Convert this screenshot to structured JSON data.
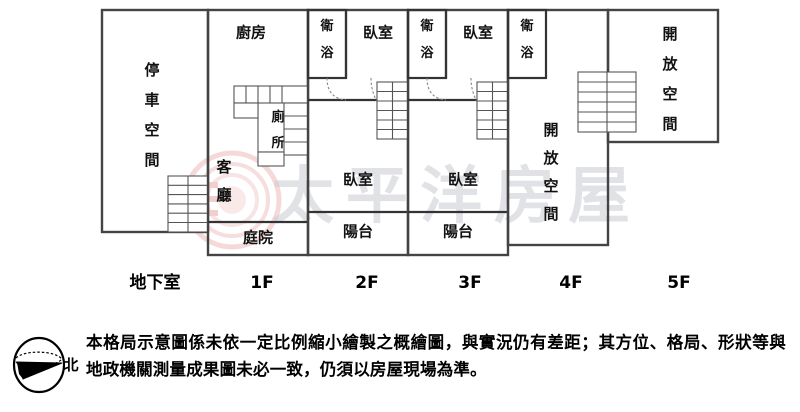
{
  "document": {
    "type": "floor-plan-diagram",
    "watermark": "太平洋房屋"
  },
  "floors": [
    {
      "id": "basement",
      "tick_label": "地下室",
      "rooms": [
        {
          "name": "停車空間",
          "role": "parking-space"
        }
      ],
      "has_stairs": true
    },
    {
      "id": "1f",
      "tick_label": "1F",
      "rooms": [
        {
          "name": "廚房",
          "role": "kitchen"
        },
        {
          "name": "廁所",
          "role": "toilet"
        },
        {
          "name": "客廳",
          "role": "living-room"
        },
        {
          "name": "庭院",
          "role": "courtyard"
        }
      ],
      "has_stairs": true
    },
    {
      "id": "2f",
      "tick_label": "2F",
      "rooms": [
        {
          "name": "衛浴",
          "role": "bathroom"
        },
        {
          "name": "臥室",
          "role": "bedroom-upper"
        },
        {
          "name": "臥室",
          "role": "bedroom-lower"
        },
        {
          "name": "陽台",
          "role": "balcony"
        }
      ],
      "has_stairs": true
    },
    {
      "id": "3f",
      "tick_label": "3F",
      "rooms": [
        {
          "name": "衛浴",
          "role": "bathroom"
        },
        {
          "name": "臥室",
          "role": "bedroom-upper"
        },
        {
          "name": "臥室",
          "role": "bedroom-lower"
        },
        {
          "name": "陽台",
          "role": "balcony"
        }
      ],
      "has_stairs": true
    },
    {
      "id": "4f",
      "tick_label": "4F",
      "rooms": [
        {
          "name": "衛浴",
          "role": "bathroom"
        },
        {
          "name": "開放空間",
          "role": "open-space"
        }
      ],
      "has_stairs": true
    },
    {
      "id": "5f",
      "tick_label": "5F",
      "rooms": [
        {
          "name": "開放空間",
          "role": "open-space"
        }
      ],
      "has_stairs": true
    }
  ],
  "labels": {
    "parking": "停車空間",
    "kitchen": "廚房",
    "toilet": "廁所",
    "living": "客廳",
    "courtyard": "庭院",
    "bath_2f": "衛浴",
    "bed_2f_top": "臥室",
    "bed_2f_bottom": "臥室",
    "balcony_2f": "陽台",
    "bath_3f": "衛浴",
    "bed_3f_top": "臥室",
    "bed_3f_bottom": "臥室",
    "balcony_3f": "陽台",
    "bath_4f": "衛浴",
    "open_4f": "開放空間",
    "open_5f": "開放空間"
  },
  "floor_ticks": {
    "basement": "地下室",
    "f1": "1F",
    "f2": "2F",
    "f3": "3F",
    "f4": "4F",
    "f5": "5F"
  },
  "compass": {
    "north_label": "北"
  },
  "disclaimer": {
    "text": "本格局示意圖係未依一定比例縮小繪製之概繪圖，與實況仍有差距；其方位、格局、形狀等與地政機關測量成果圖未必一致，仍須以房屋現場為準。"
  }
}
